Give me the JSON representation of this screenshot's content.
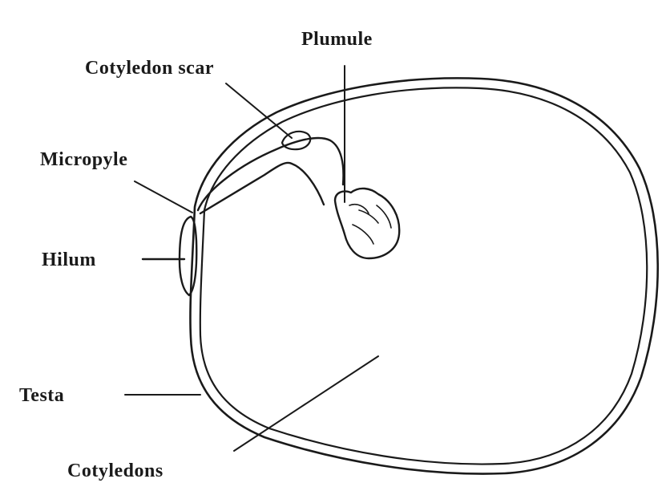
{
  "labels": {
    "plumule": "Plumule",
    "cotyledon_scar": "Cotyledon scar",
    "micropyle": "Micropyle",
    "hilum": "Hilum",
    "testa": "Testa",
    "cotyledons": "Cotyledons"
  }
}
